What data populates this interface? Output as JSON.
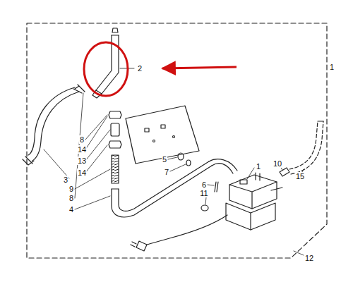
{
  "diagram": {
    "labels": [
      "2",
      "1",
      "8",
      "14",
      "13",
      "14",
      "3",
      "9",
      "8",
      "4",
      "5",
      "7",
      "6",
      "11",
      "1",
      "10",
      "15",
      "12"
    ]
  }
}
